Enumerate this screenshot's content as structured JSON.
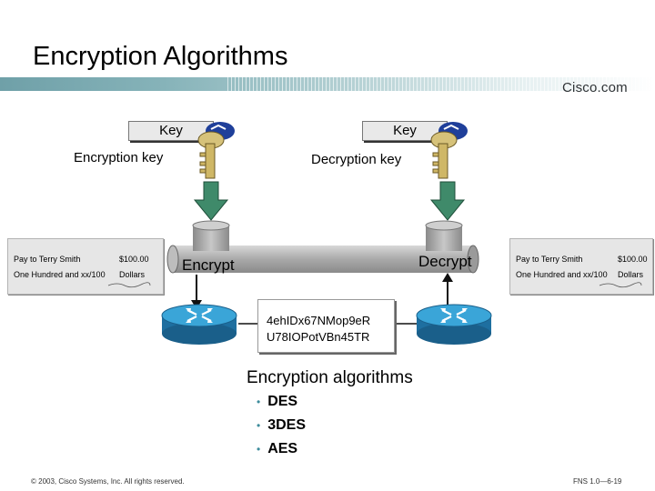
{
  "title": "Encryption Algorithms",
  "brand": "Cisco.com",
  "key_left": {
    "tag": "Key",
    "caption": "Encryption key"
  },
  "key_right": {
    "tag": "Key",
    "caption": "Decryption key"
  },
  "check_left": {
    "payee": "Pay to Terry Smith",
    "amount": "$100.00",
    "words": "One Hundred and xx/100",
    "unit": "Dollars"
  },
  "check_right": {
    "payee": "Pay to Terry Smith",
    "amount": "$100.00",
    "words": "One Hundred and xx/100",
    "unit": "Dollars"
  },
  "pipe": {
    "encrypt": "Encrypt",
    "decrypt": "Decrypt"
  },
  "ciphertext": {
    "line1": "4ehIDx67NMop9eR",
    "line2": "U78IOPotVBn45TR"
  },
  "algorithms": {
    "title": "Encryption algorithms",
    "items": [
      "DES",
      "3DES",
      "AES"
    ]
  },
  "footer": {
    "copyright": "© 2003, Cisco Systems, Inc. All rights reserved.",
    "page": "FNS 1.0—6-19"
  },
  "colors": {
    "band": "#6fa0a8",
    "arrow": "#3f8a6a",
    "router": "#2a8fbf",
    "bullet": "#3d8c9c"
  }
}
